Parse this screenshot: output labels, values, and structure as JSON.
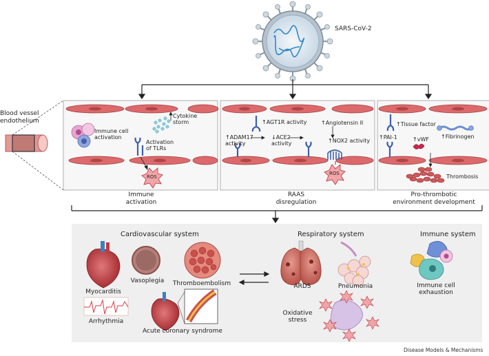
{
  "virus": {
    "label": "SARS-CoV-2"
  },
  "vessel": {
    "label_line1": "Blood vessel",
    "label_line2": "endothelium"
  },
  "panels": [
    {
      "title_line1": "Immune",
      "title_line2": "activation",
      "items": {
        "immune_cell_line1": "Immune cell",
        "immune_cell_line2": "activation",
        "cytokine_line1": "Cytokine",
        "cytokine_line2": "storm",
        "tlr_line1": "Activation",
        "tlr_line2": "of TLRs",
        "ros": "ROS"
      }
    },
    {
      "title_line1": "RAAS",
      "title_line2": "disregulation",
      "items": {
        "agt1r": "↑AGT1R activity",
        "angiotensin": "↑Angiotensin II",
        "adam17_line1": "↑ADAM17",
        "adam17_line2": "activity",
        "ace2_line1": "↓ACE2",
        "ace2_line2": "activity",
        "nox2": "↑NOX2 activity",
        "ros": "ROS"
      }
    },
    {
      "title_line1": "Pro-thrombotic",
      "title_line2": "environment development",
      "items": {
        "tissue_factor": "↑Tissue factor",
        "fibrinogen": "↑Fibrinogen",
        "pai1": "↑PAI-1",
        "vwf": "↑vWF",
        "thrombosis": "Thrombosis"
      }
    }
  ],
  "systems": {
    "cardiovascular": {
      "title": "Cardiovascular system",
      "items": [
        "Myocarditis",
        "Vasoplegia",
        "Thromboembolism",
        "Arrhythmia",
        "Acute coronary syndrome"
      ]
    },
    "respiratory": {
      "title": "Respiratory system",
      "items": [
        "ARDS",
        "Pneumonia"
      ],
      "oxidative_line1": "Oxidative",
      "oxidative_line2": "stress"
    },
    "immune": {
      "title": "Immune system",
      "item_line1": "Immune cell",
      "item_line2": "exhaustion"
    }
  },
  "credit": "Disease Models & Mechanisms"
}
